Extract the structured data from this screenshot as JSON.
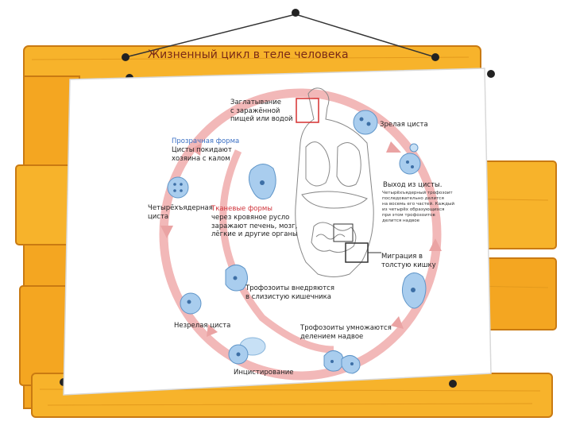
{
  "title": "Жизненный цикл в теле человека",
  "colors": {
    "wood_light": "#f7b32b",
    "wood_dark": "#e08f10",
    "wood_grain": "#c97a12",
    "cycle_ring": "#f2b8b8",
    "cell_fill": "#a9cdee",
    "cell_stroke": "#5f95c8",
    "nucleus": "#3d6fa6",
    "title_color": "#7a2a16",
    "highlight_box": "#d63030"
  },
  "labels": {
    "swallowing": "Заглатывание\nс заражённой\nпищей или водой",
    "mature_cyst": "Зрелая циста",
    "exit_title": "Выход из цисты.",
    "exit_detail": "Четырёхъядерный трофозоит\nпоследовательно делится\nна восемь его частей. Каждый\nиз четырёх образующихся\nпри этом трофозоитов\nделится надвое",
    "migration": "Миграция в\nтолстую кишку",
    "trophozoites_invade": "Трофозоиты внедряются\nв слизистую кишечника",
    "trophozoites_multiply": "Трофозоиты умножаются\nделением надвое",
    "encystment": "Инцистирование",
    "immature_cyst": "Незрелая циста",
    "four_nucleus_cyst": "Четырёхъядерная\nциста",
    "transparent_form_title": "Прозрачная форма",
    "transparent_form_detail": "Цисты покидают\nхозяина с калом",
    "tissue_form_title": "Тканевые формы",
    "tissue_form_detail": "через кровяное русло\nзаражают печень, мозг,\nлёгкие и другие органы"
  }
}
